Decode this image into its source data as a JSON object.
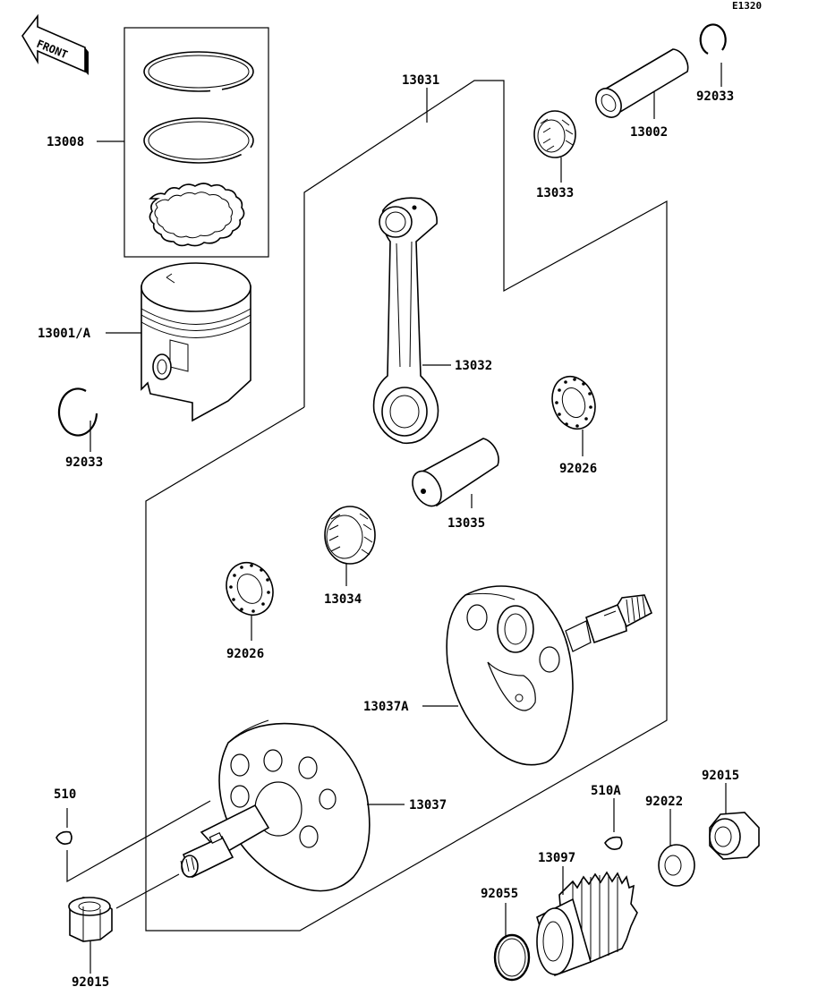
{
  "diagram_code": "E1320",
  "front_label": "FRONT",
  "labels": {
    "rings": "13008",
    "piston": "13001/A",
    "circlip_left": "92033",
    "circlip_right": "92033",
    "assembly_bracket": "13031",
    "piston_pin": "13002",
    "small_end_bearing": "13033",
    "connecting_rod": "13032",
    "thrust_washer_right": "92026",
    "crank_pin": "13035",
    "big_end_bearing": "13034",
    "thrust_washer_left": "92026",
    "flywheel_right": "13037A",
    "flywheel_left": "13037",
    "key_left": "510",
    "key_right": "510A",
    "nut_right": "92015",
    "washer_right": "92022",
    "gear": "13097",
    "oring": "92055",
    "nut_left": "92015"
  }
}
